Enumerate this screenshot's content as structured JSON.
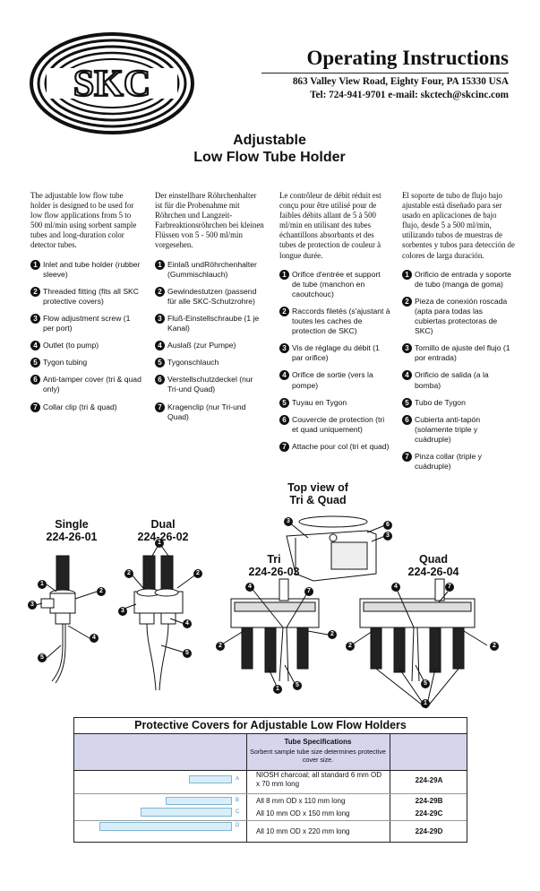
{
  "header": {
    "logo_text": "SKC",
    "title": "Operating Instructions",
    "address": "863 Valley View Road, Eighty Four, PA 15330 USA",
    "contact": "Tel: 724-941-9701 e-mail: skctech@skcinc.com"
  },
  "document": {
    "title_line1": "Adjustable",
    "title_line2": "Low Flow Tube Holder"
  },
  "columns": {
    "en": {
      "intro": "The adjustable low flow tube holder is designed to be used for low flow applications from 5 to 500 ml/min using sorbent sample tubes and long-duration color detector tubes.",
      "items": [
        "Inlet and tube holder (rubber sleeve)",
        "Threaded fitting (fits all SKC protective covers)",
        "Flow adjustment screw (1 per port)",
        "Outlet (to pump)",
        "Tygon tubing",
        "Anti-tamper cover (tri & quad only)",
        "Collar clip (tri & quad)"
      ]
    },
    "de": {
      "intro": "Der einstellbare Röhrchenhalter ist für die Probenahme mit Röhrchen und Langzeit-Farbreaktionsröhrchen bei kleinen Flüssen von 5 - 500 ml/min vorgesehen.",
      "items": [
        "Einlaß undRöhrchenhalter (Gummischlauch)",
        "Gewindestutzen (passend für alle SKC-Schutzrohre)",
        "Fluß-Einstellschraube (1 je Kanal)",
        "Auslaß (zur Pumpe)",
        "Tygonschlauch",
        "Verstellschutzdeckel (nur Tri-und Quad)",
        "Kragenclip (nur Tri-und Quad)"
      ]
    },
    "fr": {
      "intro": "Le contrôleur de débit réduit est conçu pour être utilisé pour de faibles débits allant de 5 à 500 ml/min en utilisant des tubes échantillons absorbants et des tubes de protection de couleur à longue durée.",
      "items": [
        "Orifice d'entrée et support de tube (manchon en caoutchouc)",
        "Raccords filetés (s'ajustant à toutes les caches de protection de SKC)",
        "Vis de réglage du débit (1 par orifice)",
        "Orifice de sortie (vers la pompe)",
        "Tuyau en Tygon",
        "Couvercle de protection (tri et quad uniquement)",
        "Attache pour col (tri et quad)"
      ]
    },
    "es": {
      "intro": "El soporte de tubo de flujo bajo ajustable está diseñado para ser usado en aplicaciones de bajo flujo, desde 5 a 500 ml/min, utilizando tubos de muestras de sorbentes y tubos para detección de colores de larga duración.",
      "items": [
        "Orificio de entrada y soporte de tubo (manga de goma)",
        "Pieza de conexión roscada (apta para todas las cubiertas protectoras de SKC)",
        "Tornillo de ajuste del flujo (1 por entrada)",
        "Orificio de salida (a la bomba)",
        "Tubo de Tygon",
        "Cubierta anti-tapón (solamente triple y cuádruple)",
        "Pinza collar (triple y cuádruple)"
      ]
    }
  },
  "figures": {
    "top_view_line1": "Top view of",
    "top_view_line2": "Tri & Quad",
    "single_name": "Single",
    "single_part": "224-26-01",
    "dual_name": "Dual",
    "dual_part": "224-26-02",
    "tri_name": "Tri",
    "tri_part": "224-26-03",
    "quad_name": "Quad",
    "quad_part": "224-26-04"
  },
  "callout_numbers": [
    "1",
    "2",
    "3",
    "4",
    "5",
    "6",
    "7"
  ],
  "table": {
    "title": "Protective Covers for Adjustable Low Flow Holders",
    "spec_header": "Tube Specifications",
    "spec_subheader": "Sorbent sample tube size determines protective cover size.",
    "rows": [
      {
        "letter": "A",
        "spec": "NIOSH charcoal; all standard 6 mm OD x 70 mm long",
        "part": "224-29A"
      },
      {
        "letter": "B",
        "spec": "All 8 mm OD x 110 mm long",
        "part": "224-29B"
      },
      {
        "letter": "C",
        "spec": "All 10 mm OD x 150 mm long",
        "part": "224-29C"
      },
      {
        "letter": "D",
        "spec": "All 10 mm OD x 220 mm long",
        "part": "224-29D"
      }
    ]
  },
  "colors": {
    "table_header_bg": "#d5d6ec",
    "tube_fill": "#d8eef8",
    "tube_stroke": "#7fb6d3"
  }
}
